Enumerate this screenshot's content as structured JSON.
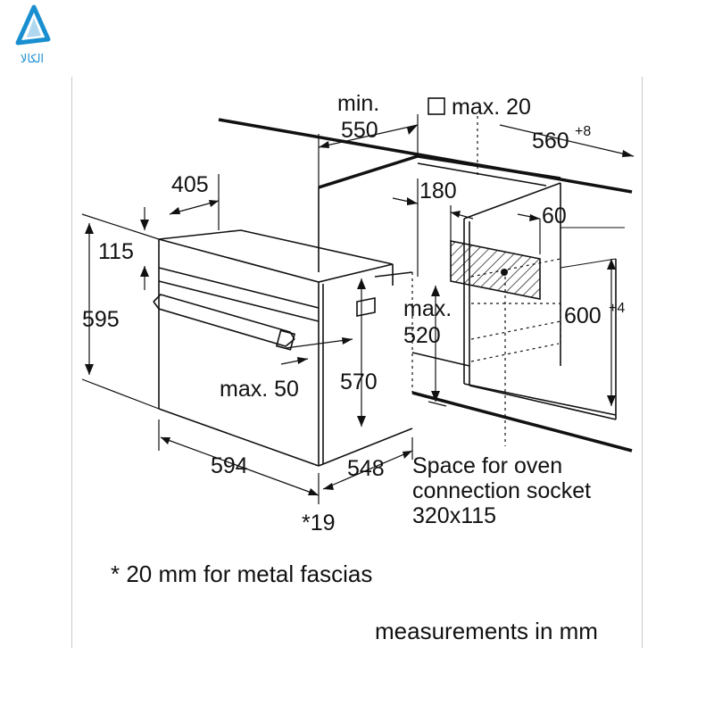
{
  "logo": {
    "text": "الکالا",
    "color": "#1a8fd0"
  },
  "dimensions": {
    "d_min": "min.",
    "d_550": "550",
    "d_max20_prefix": "max. 20",
    "d_560": "560",
    "d_560_sup": "+8",
    "d_405": "405",
    "d_180": "180",
    "d_60": "60",
    "d_115": "115",
    "d_595": "595",
    "d_max": "max.",
    "d_520": "520",
    "d_600": "600",
    "d_600_sup": "+4",
    "d_max50": "max. 50",
    "d_570": "570",
    "d_594": "594",
    "d_548": "548",
    "d_19": "*19"
  },
  "socket_note": {
    "line1": "Space for oven",
    "line2": "connection socket",
    "line3": "320x115"
  },
  "footnote": "* 20 mm for metal fascias",
  "units_note": "measurements in mm"
}
